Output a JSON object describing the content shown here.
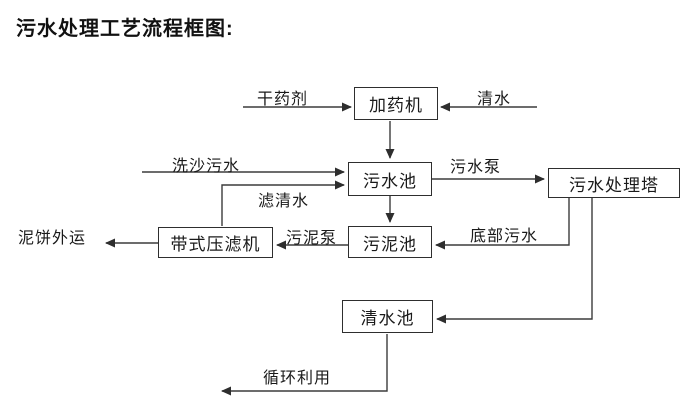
{
  "page": {
    "title": "污水处理工艺流程框图:"
  },
  "diagram": {
    "nodes": {
      "dosing_machine": {
        "label": "加药机"
      },
      "sewage_pool": {
        "label": "污水池"
      },
      "treatment_tower": {
        "label": "污水处理塔"
      },
      "sludge_pool": {
        "label": "污泥池"
      },
      "belt_filter_press": {
        "label": "带式压滤机"
      },
      "clean_water_pool": {
        "label": "清水池"
      }
    },
    "flow_labels": {
      "dry_agent": "干药剂",
      "clean_water_in": "清水",
      "sand_washing_sewage": "洗沙污水",
      "sewage_pump": "污水泵",
      "filtered_water": "滤清水",
      "sludge_pump": "污泥泵",
      "bottom_sewage": "底部污水",
      "mud_cake_out": "泥饼外运",
      "recycle_use": "循环利用"
    }
  },
  "colors": {
    "background": "#ffffff",
    "line": "#3c3c3c",
    "box_border": "#2e2e2e",
    "text": "#1a1a1a"
  }
}
